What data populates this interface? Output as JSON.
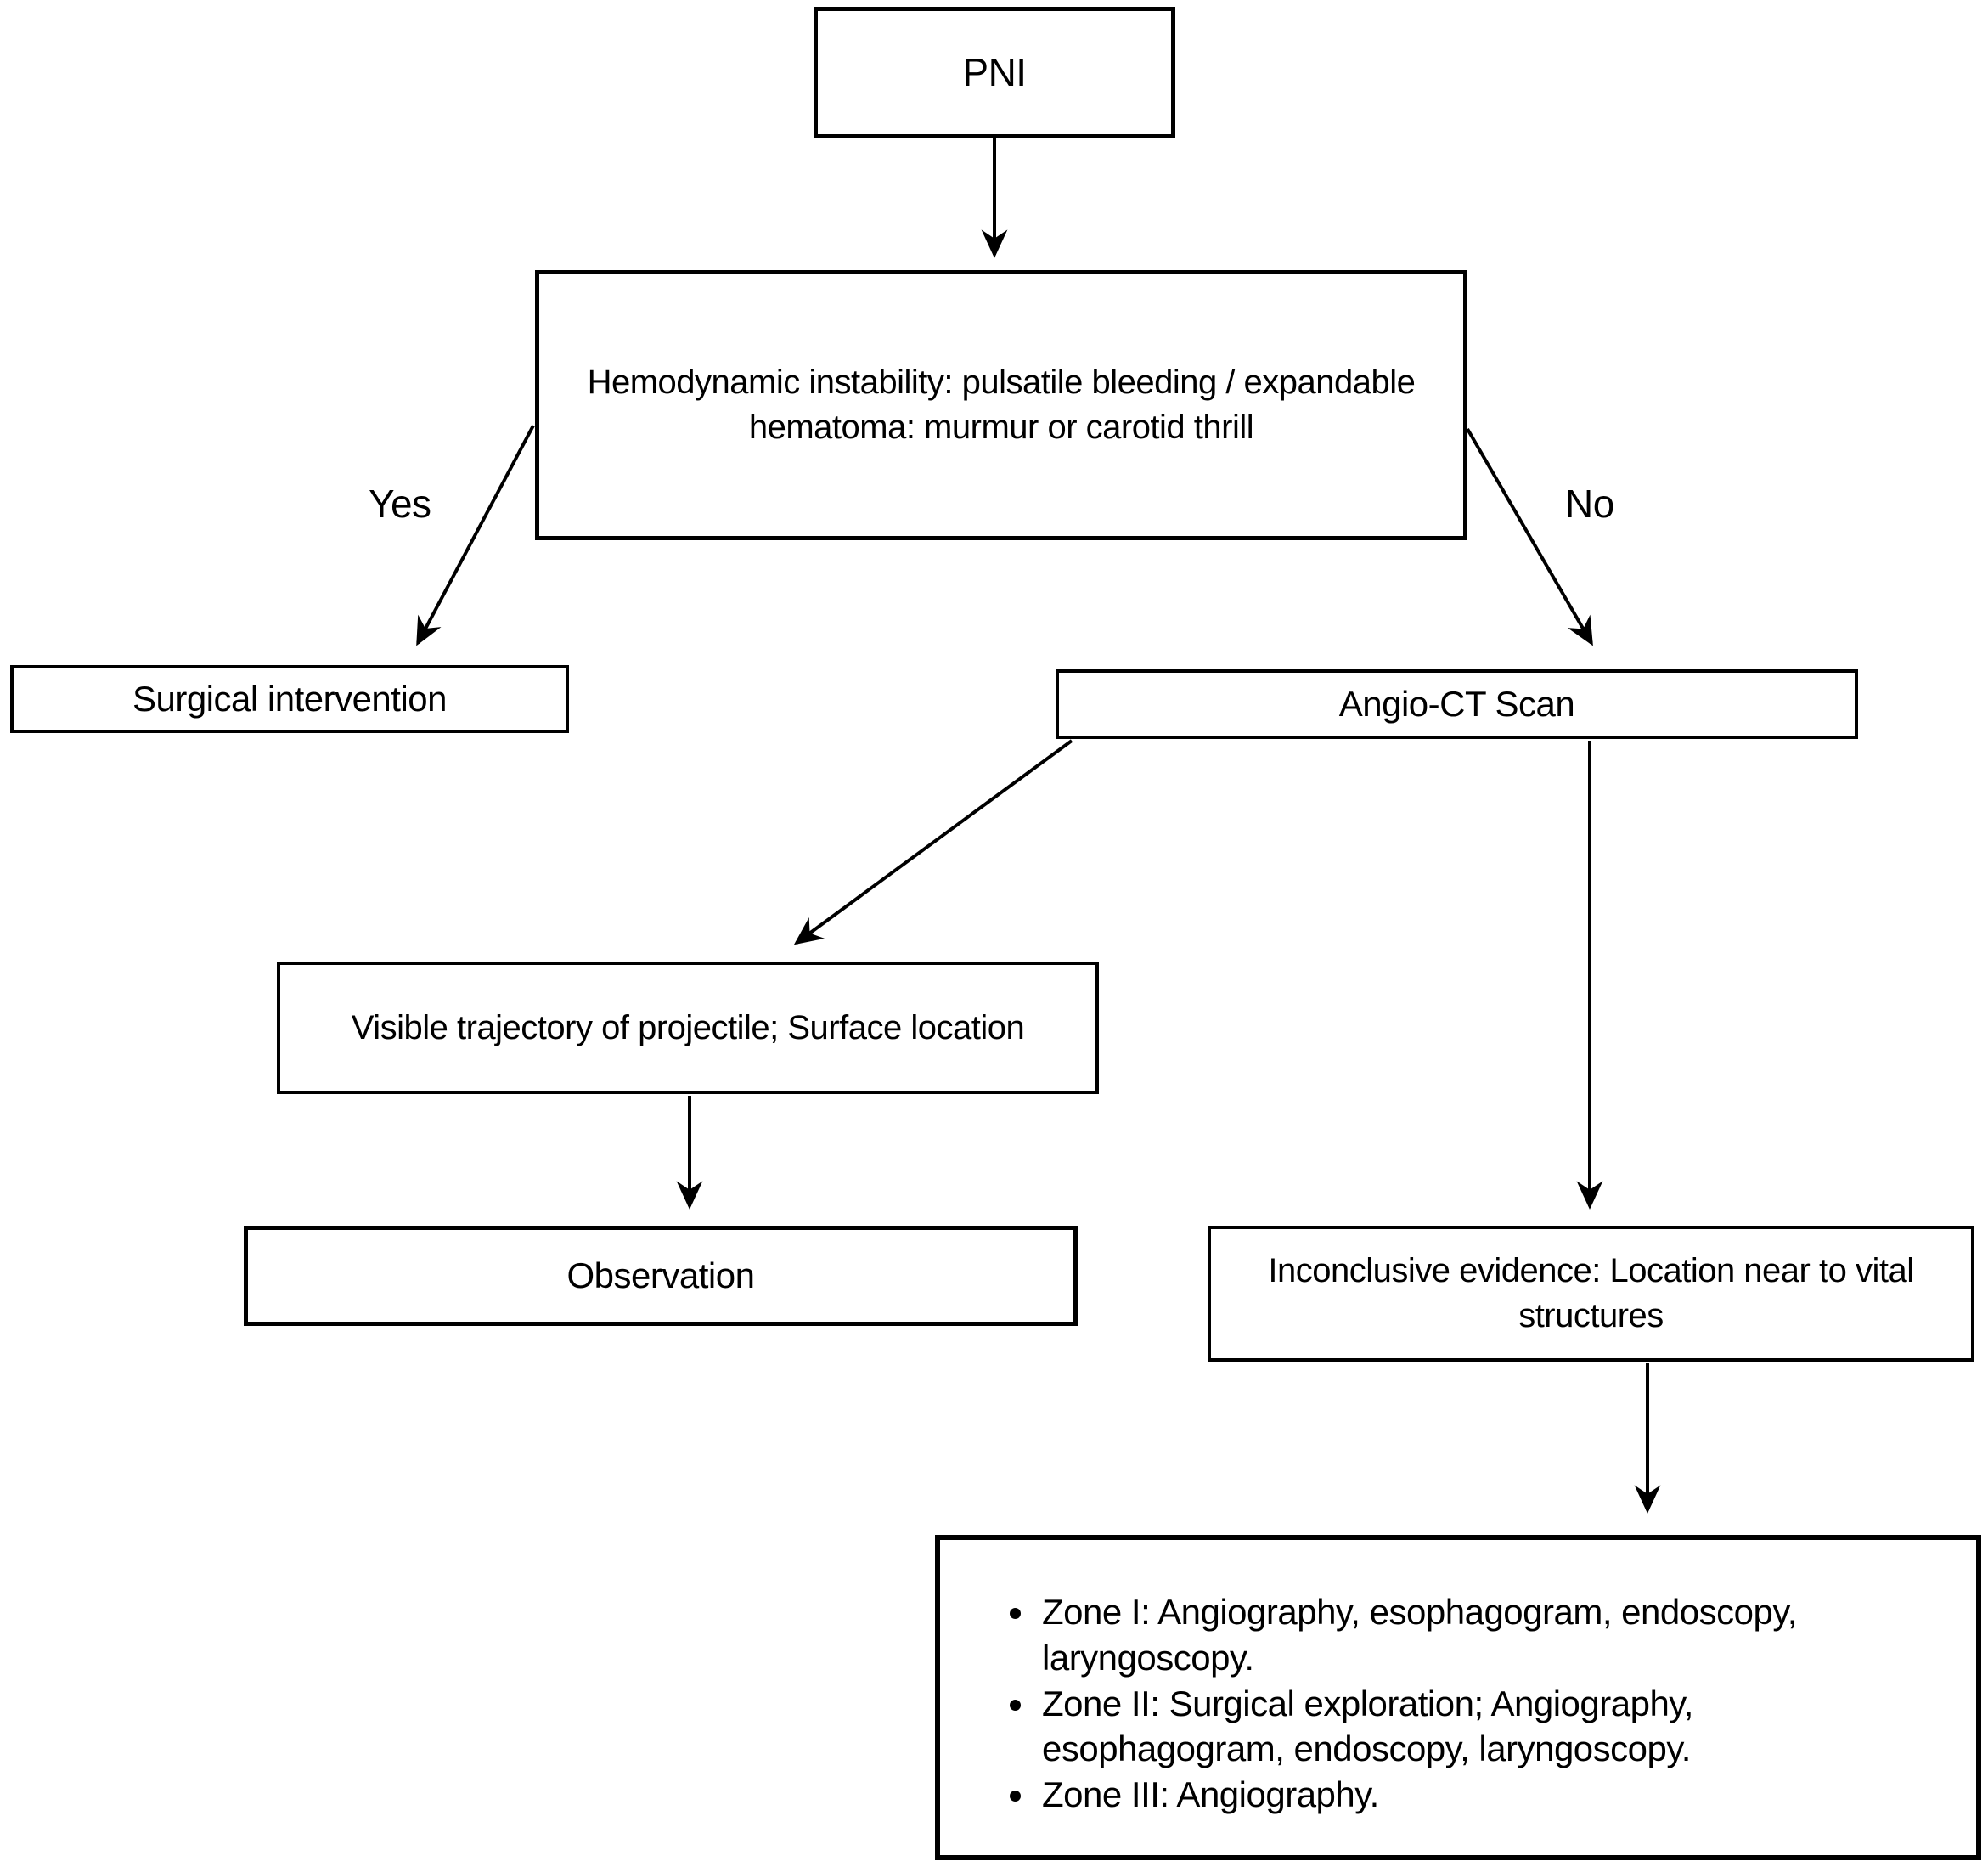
{
  "figure": {
    "background_color": "#ffffff",
    "ink_color": "#000000",
    "nodes": {
      "pni": {
        "label": "PNI"
      },
      "hemodynamic_instability": {
        "label": "Hemodynamic instability: pulsatile bleeding / expandable hematoma: murmur or carotid thrill"
      },
      "surgical_intervention": {
        "label": "Surgical intervention"
      },
      "angio_ct_scan": {
        "label": "Angio-CT Scan"
      },
      "visible_trajectory": {
        "label": "Visible trajectory of projectile; Surface location"
      },
      "observation": {
        "label": "Observation"
      },
      "inconclusive_evidence": {
        "label": "Inconclusive evidence: Location near to vital structures"
      },
      "zone_recommendations": {
        "items": [
          "Zone I: Angiography, esophagogram, endoscopy, laryngoscopy.",
          "Zone II: Surgical exploration; Angiography, esophagogram, endoscopy, laryngoscopy.",
          "Zone III: Angiography."
        ]
      }
    },
    "edges": [
      {
        "from": "pni",
        "to": "hemodynamic_instability",
        "label": ""
      },
      {
        "from": "hemodynamic_instability",
        "to": "surgical_intervention",
        "label": "Yes"
      },
      {
        "from": "hemodynamic_instability",
        "to": "angio_ct_scan",
        "label": "No"
      },
      {
        "from": "angio_ct_scan",
        "to": "visible_trajectory",
        "label": ""
      },
      {
        "from": "visible_trajectory",
        "to": "observation",
        "label": ""
      },
      {
        "from": "angio_ct_scan",
        "to": "inconclusive_evidence",
        "label": ""
      },
      {
        "from": "inconclusive_evidence",
        "to": "zone_recommendations",
        "label": ""
      }
    ]
  }
}
